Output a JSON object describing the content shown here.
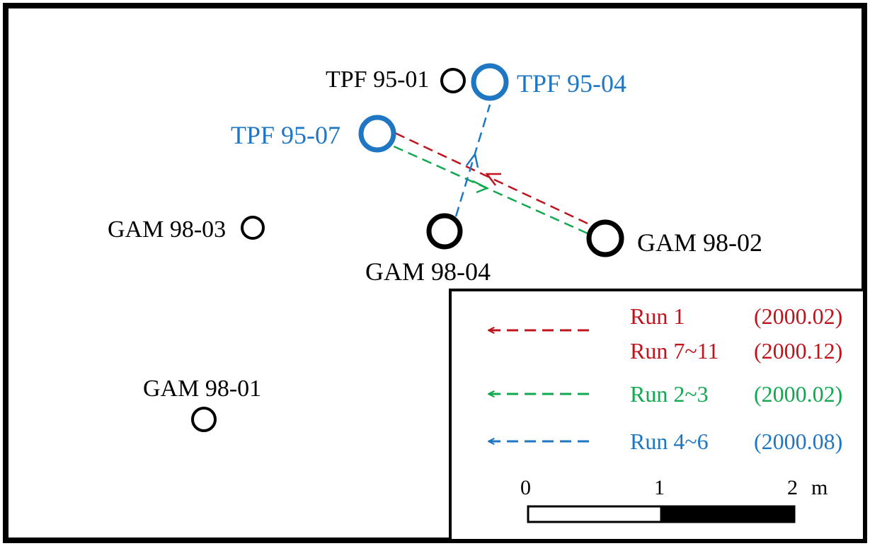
{
  "colors": {
    "black": "#000000",
    "blue": "#1f77c4",
    "red": "#c0141c",
    "green": "#10a850"
  },
  "wells": {
    "tpf_95_01": "TPF 95-01",
    "tpf_95_04": "TPF 95-04",
    "tpf_95_07": "TPF 95-07",
    "gam_98_01": "GAM 98-01",
    "gam_98_02": "GAM 98-02",
    "gam_98_03": "GAM 98-03",
    "gam_98_04": "GAM 98-04"
  },
  "legend": {
    "run1_label": "Run 1",
    "run1_date": "(2000.02)",
    "run7_label": "Run 7~11",
    "run7_date": "(2000.12)",
    "run2_label": "Run 2~3",
    "run2_date": "(2000.02)",
    "run4_label": "Run 4~6",
    "run4_date": "(2000.08)"
  },
  "scale_bar": {
    "tick_0": "0",
    "tick_1": "1",
    "tick_2": "2",
    "unit": "m"
  }
}
